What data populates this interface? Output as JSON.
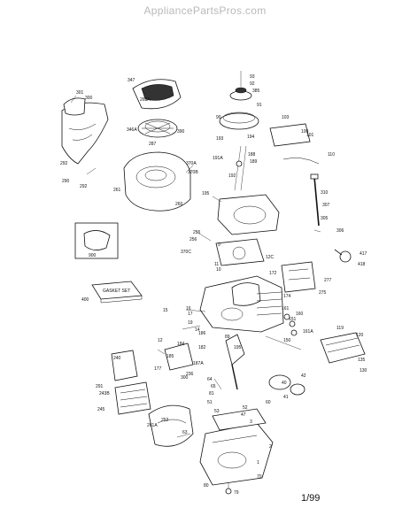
{
  "header": {
    "site": "AppliancePartsPros.com"
  },
  "footer": {
    "date": "1/99"
  },
  "diagram": {
    "gasket_set_label": "GASKET SET",
    "callouts": [
      "93",
      "92",
      "385",
      "91",
      "90",
      "103",
      "100",
      "101",
      "110",
      "347",
      "263A",
      "301",
      "300",
      "346A",
      "287",
      "390",
      "292",
      "290",
      "292",
      "370A",
      "370B",
      "261",
      "260",
      "193",
      "194",
      "191A",
      "188",
      "189",
      "192",
      "195",
      "310",
      "307",
      "305",
      "306",
      "255",
      "256",
      "370C",
      "9",
      "12C",
      "11",
      "10",
      "172",
      "174",
      "277",
      "275",
      "417",
      "418",
      "900",
      "400",
      "15",
      "16",
      "17",
      "19",
      "14",
      "186",
      "89",
      "195",
      "161",
      "160",
      "151",
      "161A",
      "119",
      "120",
      "150",
      "135",
      "130",
      "12",
      "184",
      "240",
      "185",
      "187A",
      "300",
      "236",
      "177",
      "182",
      "291",
      "245",
      "243B",
      "252",
      "261A",
      "63",
      "64",
      "65",
      "81",
      "51",
      "53",
      "52",
      "47",
      "40",
      "42",
      "41",
      "60",
      "3",
      "2",
      "1",
      "70",
      "80",
      "79"
    ]
  }
}
